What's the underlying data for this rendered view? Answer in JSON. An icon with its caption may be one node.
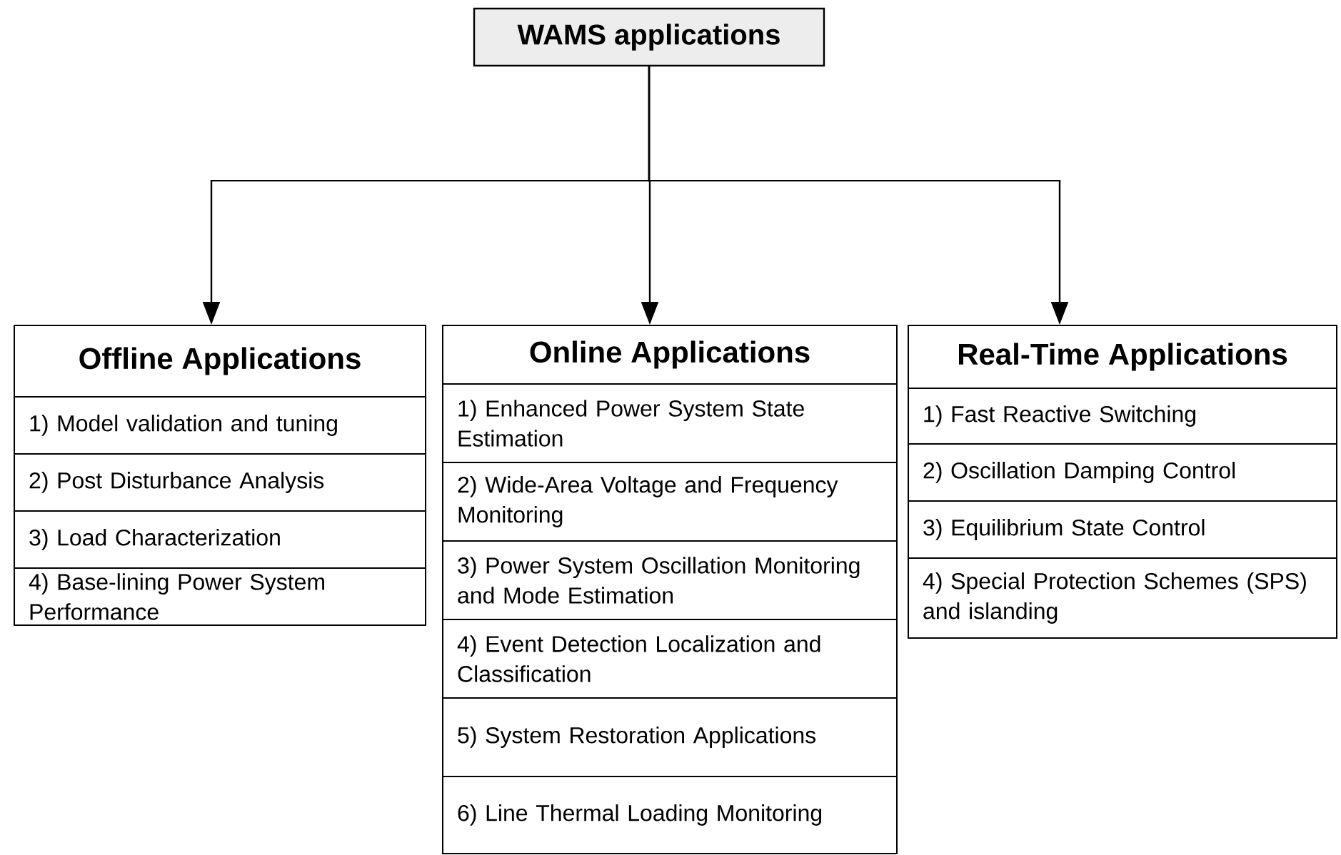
{
  "diagram": {
    "nodes": [
      {
        "text": [
          "WAMS applications"
        ]
      },
      {
        "text": [
          "Offline Applications"
        ]
      },
      {
        "text": [
          "1) Model validation and tuning"
        ],
        "in": 1
      },
      {
        "text": [
          "2) Post Disturbance Analysis"
        ],
        "in": 1
      },
      {
        "text": [
          "3) Load Characterization"
        ],
        "in": 1
      },
      {
        "text": [
          "4) Base-lining Power System Performance"
        ],
        "in": 1
      },
      {
        "text": [
          "Online Applications"
        ]
      },
      {
        "text": [
          "1) Enhanced Power System State Estimation"
        ],
        "in": 6
      },
      {
        "text": [
          "2) Wide-Area Voltage and Frequency Monitoring"
        ],
        "in": 6
      },
      {
        "text": [
          "3) Power System Oscillation Monitoring and Mode Estimation"
        ],
        "in": 6
      },
      {
        "text": [
          "4) Event Detection Localization and Classification"
        ],
        "in": 6
      },
      {
        "text": [
          "5) System Restoration Applications"
        ],
        "in": 6
      },
      {
        "text": [
          "6) Line Thermal Loading Monitoring"
        ],
        "in": 6
      },
      {
        "text": [
          "Real-Time Applications"
        ]
      },
      {
        "text": [
          "1) Fast Reactive Switching"
        ],
        "in": 13
      },
      {
        "text": [
          "2) Oscillation Damping Control"
        ],
        "in": 13
      },
      {
        "text": [
          "3) Equilibrium State Control"
        ],
        "in": 13
      },
      {
        "text": [
          "4) Special Protection Schemes (SPS) and islanding"
        ],
        "in": 13
      }
    ],
    "edges": [
      {
        "from": 0,
        "to": 1,
        "arrow": "to"
      },
      {
        "from": 0,
        "to": 6,
        "arrow": "to"
      },
      {
        "from": 0,
        "to": 13,
        "arrow": "to"
      }
    ]
  }
}
